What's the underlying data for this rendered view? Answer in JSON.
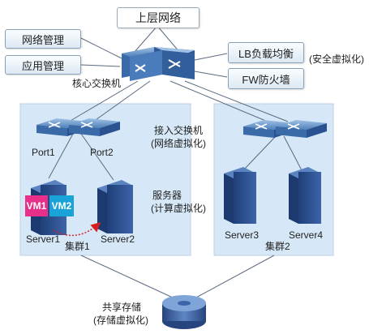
{
  "top_network": "上层网络",
  "mgmt_boxes": [
    "网络管理",
    "应用管理"
  ],
  "security_boxes": [
    "LB负载均衡",
    "FW防火墙"
  ],
  "security_note": "(安全虚拟化)",
  "core_switch_label": "核心交换机",
  "access_switch": {
    "line1": "接入交换机",
    "line2": "(网络虚拟化)"
  },
  "servers_note": {
    "line1": "服务器",
    "line2": "(计算虚拟化)"
  },
  "ports": [
    "Port1",
    "Port2"
  ],
  "vms": [
    "VM1",
    "VM2"
  ],
  "cluster1": {
    "name": "集群1",
    "servers": [
      "Server1",
      "Server2"
    ]
  },
  "cluster2": {
    "name": "集群2",
    "servers": [
      "Server3",
      "Server4"
    ]
  },
  "storage": {
    "line1": "共享存储",
    "line2": "(存储虚拟化)"
  },
  "icon_names": [
    "network-switch-icon",
    "server-tower-icon",
    "storage-disk-icon"
  ],
  "colors": {
    "cluster_fill": "#d6e8f7",
    "vm1": "#e8308a",
    "vm2": "#1aa3d9",
    "migration_arrow": "#d42020"
  }
}
